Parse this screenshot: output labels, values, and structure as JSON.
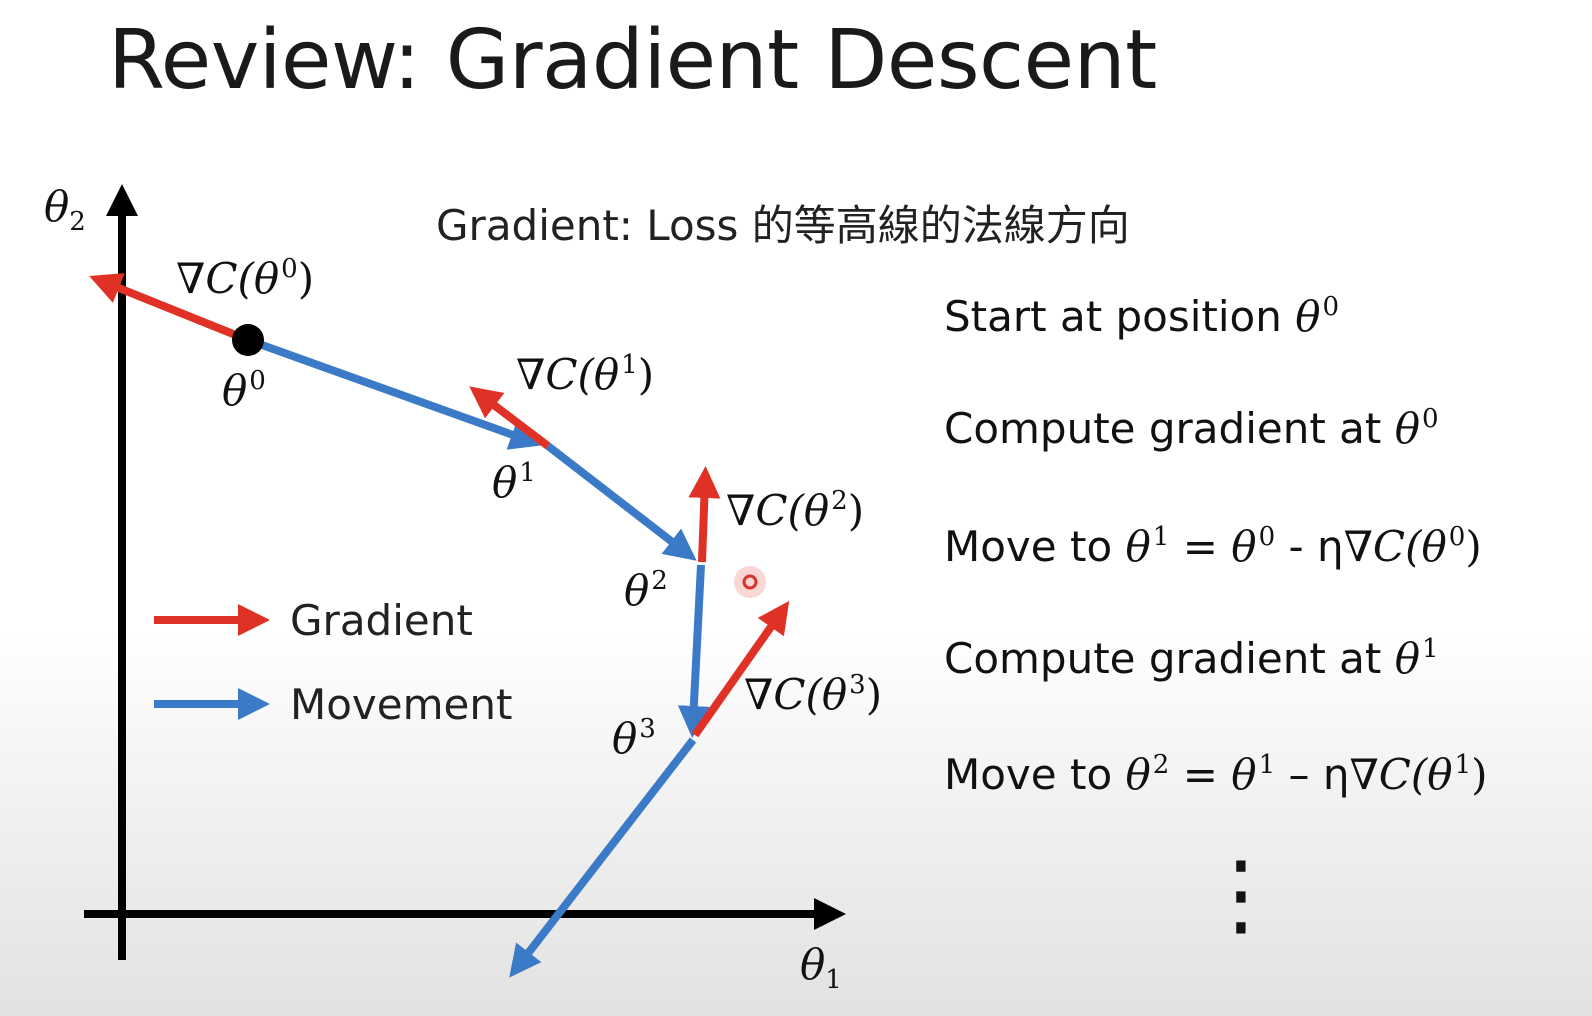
{
  "title": "Review: Gradient Descent",
  "subtitle": "Gradient: Loss 的等高線的法線方向",
  "axes": {
    "y_label": "θ",
    "y_sub": "2",
    "x_label": "θ",
    "x_sub": "1"
  },
  "colors": {
    "gradient": "#e03127",
    "movement": "#3b7ac7",
    "axis": "#000000"
  },
  "point_labels": [
    {
      "base": "θ",
      "sup": "0"
    },
    {
      "base": "θ",
      "sup": "1"
    },
    {
      "base": "θ",
      "sup": "2"
    },
    {
      "base": "θ",
      "sup": "3"
    }
  ],
  "gradient_labels": [
    {
      "nabla": "∇C(θ",
      "sup": "0",
      "close": ")"
    },
    {
      "nabla": "∇C(θ",
      "sup": "1",
      "close": ")"
    },
    {
      "nabla": "∇C(θ",
      "sup": "2",
      "close": ")"
    },
    {
      "nabla": "∇C(θ",
      "sup": "3",
      "close": ")"
    }
  ],
  "legend": {
    "gradient": "Gradient",
    "movement": "Movement"
  },
  "steps": [
    {
      "text": "Start at position ",
      "math": "θ",
      "sup": "0"
    },
    {
      "text": "Compute gradient at ",
      "math": "θ",
      "sup": "0"
    },
    {
      "text": "Move to ",
      "lhs": "θ",
      "lhs_sup": "1",
      "eq": " = ",
      "r1": "θ",
      "r1_sup": "0",
      "op": " - η",
      "grad": "∇C(θ",
      "grad_sup": "0",
      "grad_close": ")"
    },
    {
      "text": "Compute gradient at ",
      "math": "θ",
      "sup": "1"
    },
    {
      "text": "Move to ",
      "lhs": "θ",
      "lhs_sup": "2",
      "eq": " = ",
      "r1": "θ",
      "r1_sup": "1",
      "op": " – η",
      "grad": "∇C(θ",
      "grad_sup": "1",
      "grad_close": ")"
    }
  ],
  "continuation": "⋮"
}
